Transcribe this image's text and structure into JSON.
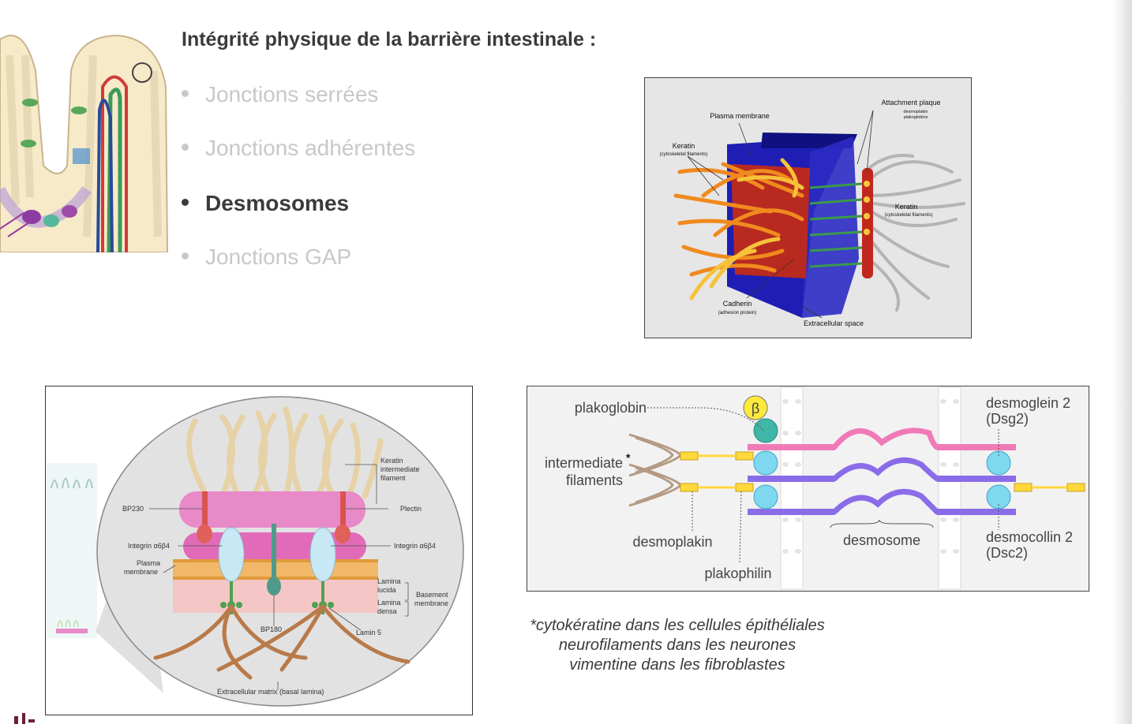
{
  "slide": {
    "title": "Intégrité physique de la barrière intestinale :",
    "bullets": [
      {
        "label": "Jonctions serrées",
        "active": false
      },
      {
        "label": "Jonctions adhérentes",
        "active": false
      },
      {
        "label": "Desmosomes",
        "active": true
      },
      {
        "label": "Jonctions GAP",
        "active": false
      }
    ]
  },
  "desmosome_3d": {
    "plasma_membrane": "Plasma membrane",
    "attachment_plaque": "Attachment plaque",
    "attachment_sub1": "desmoplakin",
    "attachment_sub2": "plakoglobins",
    "keratin_left": "Keratin",
    "keratin_left_sub": "(cytoskeletal filaments)",
    "keratin_right": "Keratin",
    "keratin_right_sub": "(cytoskeletal filaments)",
    "cadherin": "Cadherin",
    "cadherin_sub": "(adhesion protein)",
    "extracellular": "Extracellular space"
  },
  "hemidesmosome": {
    "keratin_1": "Keratin",
    "keratin_2": "intermediate",
    "keratin_3": "filament",
    "bp230": "BP230",
    "plectin": "Plectin",
    "integrin_left": "Integrin α6β4",
    "integrin_right": "Integrin α6β4",
    "plasma_1": "Plasma",
    "plasma_2": "membrane",
    "lucida_1": "Lamina",
    "lucida_2": "lucida",
    "densa_1": "Lamina",
    "densa_2": "densa",
    "basement_1": "Basement",
    "basement_2": "membrane",
    "bp180": "BP180",
    "lamin5": "Lamin 5",
    "ecm": "Extracellular matrix (basal lamina)"
  },
  "desmosome_schema": {
    "plakoglobin": "plakoglobin",
    "beta": "β",
    "intermediate_1": "intermediate",
    "intermediate_2": "filaments",
    "asterisk": "*",
    "desmoplakin": "desmoplakin",
    "plakophilin": "plakophilin",
    "desmosome": "desmosome",
    "desmoglein_1": "desmoglein 2",
    "desmoglein_2": "(Dsg2)",
    "desmocollin_1": "desmocollin 2",
    "desmocollin_2": "(Dsc2)"
  },
  "footnote": {
    "line1": "*cytokératine dans les cellules épithéliales",
    "line2": "neurofilaments dans les neurones",
    "line3": "vimentine dans les fibroblastes"
  },
  "colors": {
    "title": "#3a3a3a",
    "bullet_inactive": "#c8c8c8",
    "membrane_blue": "#1f1fb0",
    "plaque_red": "#c0281e",
    "keratin_orange": "#f08a1e",
    "pink_plaque": "#e889c8",
    "cadherin_pink": "#f07ab8",
    "cadherin_purple": "#8a6ce8",
    "cyan": "#7fd8f0",
    "yellow": "#ffd93a"
  }
}
